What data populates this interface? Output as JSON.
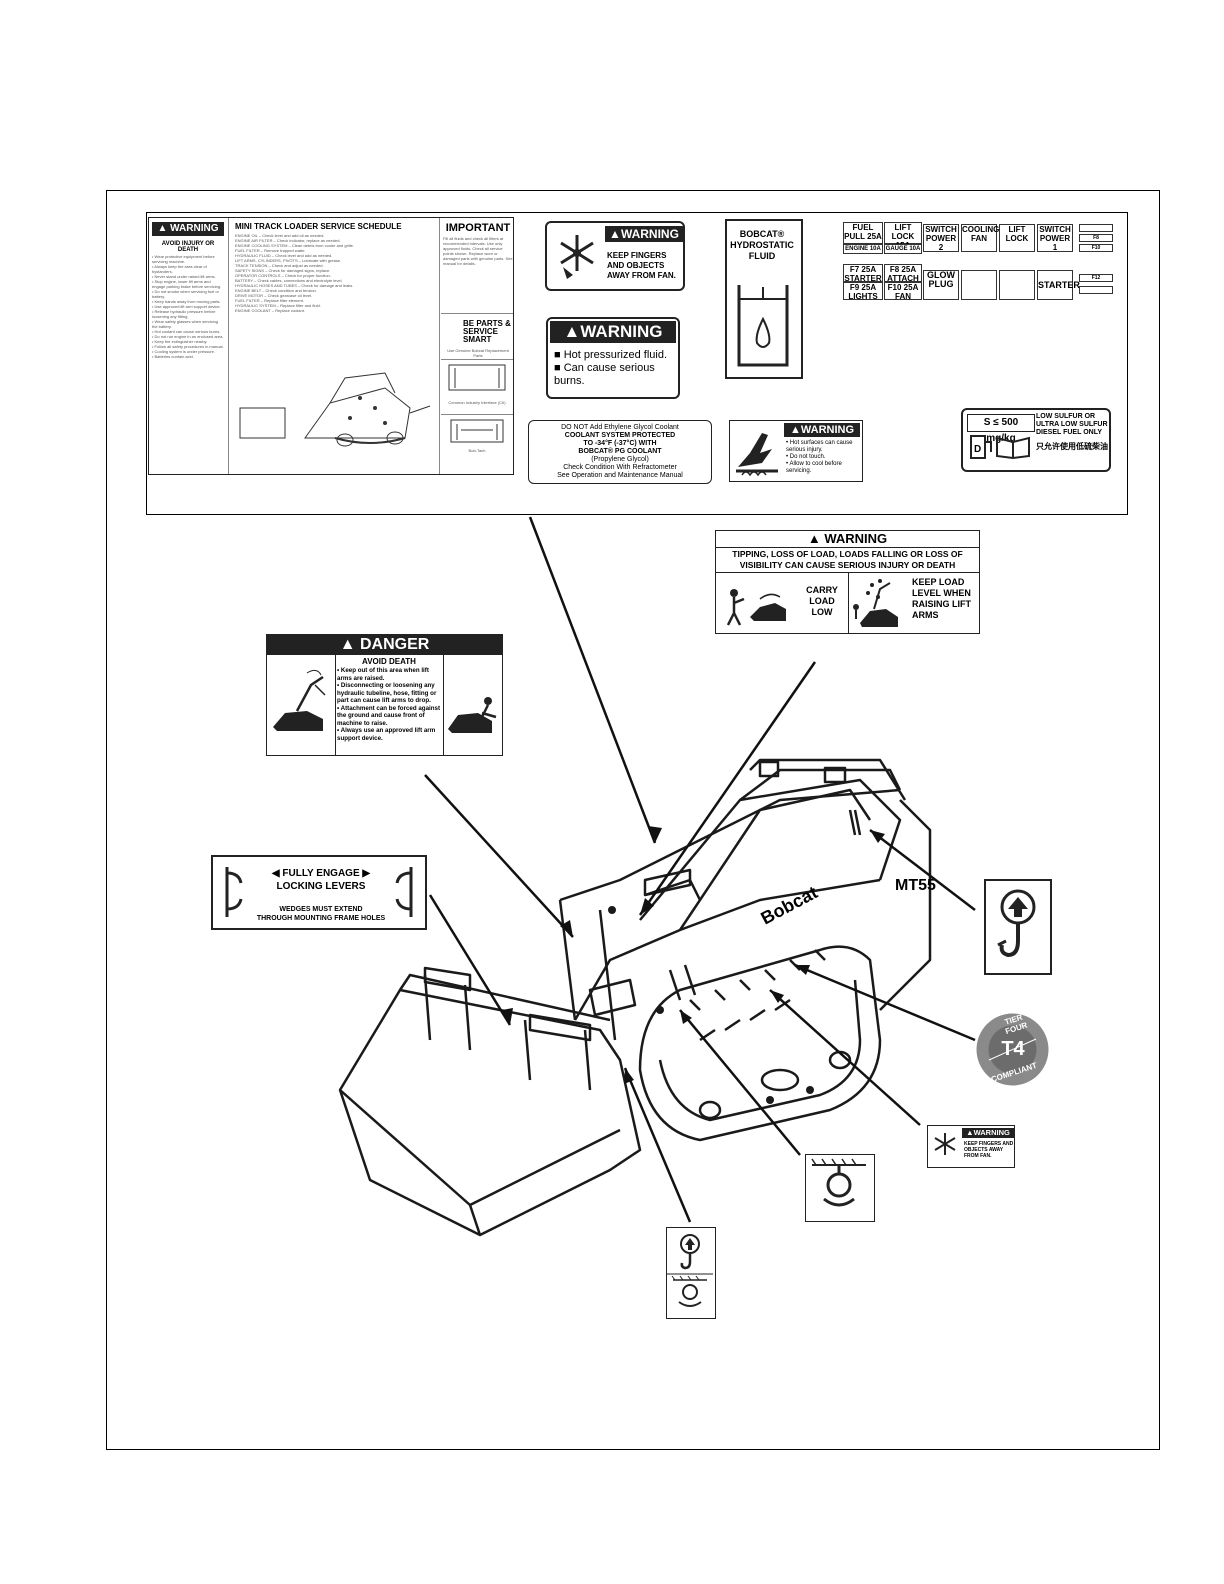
{
  "service_decal": {
    "warning": "WARNING",
    "avoid": "AVOID INJURY OR DEATH",
    "title": "MINI TRACK LOADER SERVICE SCHEDULE",
    "important": "IMPORTANT",
    "parts_logo": "BE PARTS & SERVICE SMART",
    "parts_caption": "Use Genuine Bobcat Replacement Parts",
    "bob_tach": "Bob-Tach",
    "lines_caption": "Common Industry Interface (CII)"
  },
  "fan_warning": {
    "header": "WARNING",
    "text": "KEEP FINGERS AND OBJECTS AWAY FROM FAN."
  },
  "hot_fluid_warning": {
    "header": "WARNING",
    "line1": "Hot pressurized fluid.",
    "line2": "Can cause serious burns."
  },
  "hydrostatic_decal": {
    "line1": "BOBCAT®",
    "line2": "HYDROSTATIC",
    "line3": "FLUID"
  },
  "fuse_panel": {
    "row1": [
      "FUEL PULL 25A",
      "LIFT LOCK 15A",
      "SWITCH POWER 2",
      "COOLING FAN",
      "LIFT LOCK",
      "SWITCH POWER 1"
    ],
    "row1_sub": [
      "ENGINE 10A",
      "GAUGE 10A"
    ],
    "row2": [
      "F7 25A STARTER",
      "F8 25A ATTACH",
      "GLOW PLUG",
      "STARTER"
    ],
    "row2_sub": [
      "F9 25A LIGHTS",
      "F10 25A FAN"
    ],
    "right_labels": [
      "F8",
      "F10",
      "F12"
    ]
  },
  "coolant_decal": {
    "line1": "DO NOT Add Ethylene Glycol Coolant",
    "line2": "COOLANT SYSTEM PROTECTED",
    "line3": "TO -34°F (-37°C) WITH",
    "line4": "BOBCAT® PG COOLANT",
    "line5": "(Propylene Glycol)",
    "line6": "Check Condition With Refractometer",
    "line7": "See Operation and Maintenance Manual"
  },
  "hot_surface_warning": {
    "header": "WARNING",
    "b1": "Hot surfaces can cause serious injury.",
    "b2": "Do not touch.",
    "b3": "Allow to cool before servicing."
  },
  "fuel_decal": {
    "sulfur": "S ≤ 500 mg/kg",
    "text": "LOW SULFUR OR ULTRA LOW SULFUR DIESEL FUEL ONLY",
    "chinese": "只允许使用低硫柴油"
  },
  "tipping_warning": {
    "header": "WARNING",
    "subheader": "TIPPING, LOSS OF LOAD, LOADS FALLING OR LOSS OF VISIBILITY CAN CAUSE SERIOUS INJURY OR DEATH",
    "left": "CARRY LOAD LOW",
    "right": "KEEP LOAD LEVEL WHEN RAISING LIFT ARMS"
  },
  "danger_decal": {
    "header": "DANGER",
    "title": "AVOID DEATH",
    "bullets": [
      "Keep out of this area when lift arms are raised.",
      "Disconnecting or loosening any hydraulic tubeline, hose, fitting or part can cause lift arms to drop.",
      "Attachment can be forced against the ground and cause front of machine to raise.",
      "Always use an approved lift arm support device."
    ]
  },
  "locking_decal": {
    "line1": "FULLY ENGAGE",
    "line2": "LOCKING LEVERS",
    "line3": "WEDGES MUST EXTEND",
    "line4": "THROUGH MOUNTING FRAME HOLES"
  },
  "machine": {
    "brand": "Bobcat",
    "model": "MT55"
  },
  "tier4": {
    "top": "TIER FOUR",
    "mid": "T4",
    "bottom": "COMPLIANT"
  },
  "fan_warning_small": {
    "header": "WARNING",
    "text": "KEEP FINGERS AND OBJECTS AWAY FROM FAN."
  }
}
